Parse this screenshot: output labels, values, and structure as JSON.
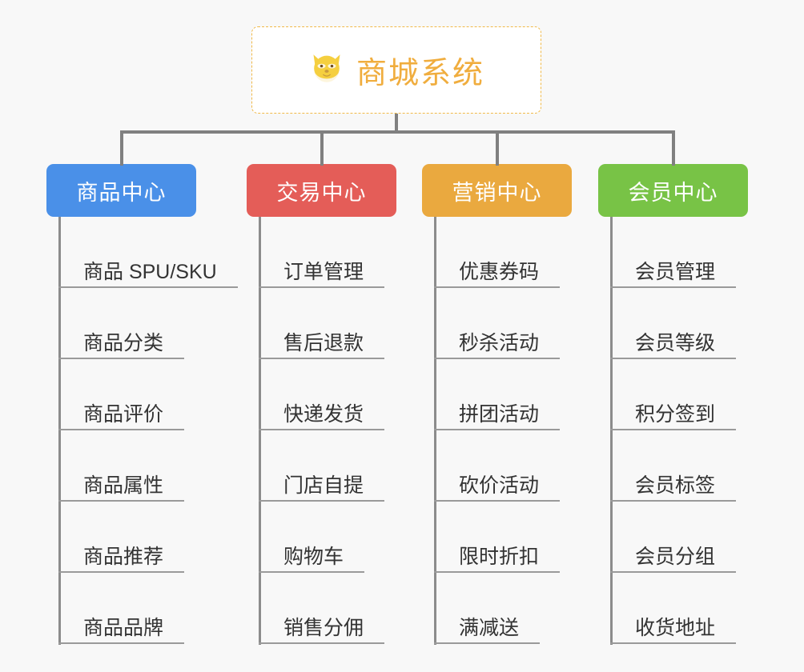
{
  "diagram": {
    "title": "商城系统",
    "icon": "shiba-dog-face-icon",
    "icon_glyph": "🐶",
    "background_color": "#f8f8f8",
    "root": {
      "label": "商城系统",
      "border_color": "#f0b949",
      "text_color": "#f0ad3e",
      "background_color": "#ffffff"
    },
    "connector_color": "#808080",
    "leaf_rule_color": "#9a9a9a",
    "leaf_text_color": "#333333",
    "columns": [
      {
        "header": "商品中心",
        "color": "#4a90e8",
        "items": [
          "商品 SPU/SKU",
          "商品分类",
          "商品评价",
          "商品属性",
          "商品推荐",
          "商品品牌"
        ]
      },
      {
        "header": "交易中心",
        "color": "#e45d58",
        "items": [
          "订单管理",
          "售后退款",
          "快递发货",
          "门店自提",
          "购物车",
          "销售分佣"
        ]
      },
      {
        "header": "营销中心",
        "color": "#eaa93f",
        "items": [
          "优惠券码",
          "秒杀活动",
          "拼团活动",
          "砍价活动",
          "限时折扣",
          "满减送"
        ]
      },
      {
        "header": "会员中心",
        "color": "#78c346",
        "items": [
          "会员管理",
          "会员等级",
          "积分签到",
          "会员标签",
          "会员分组",
          "收货地址"
        ]
      }
    ]
  }
}
